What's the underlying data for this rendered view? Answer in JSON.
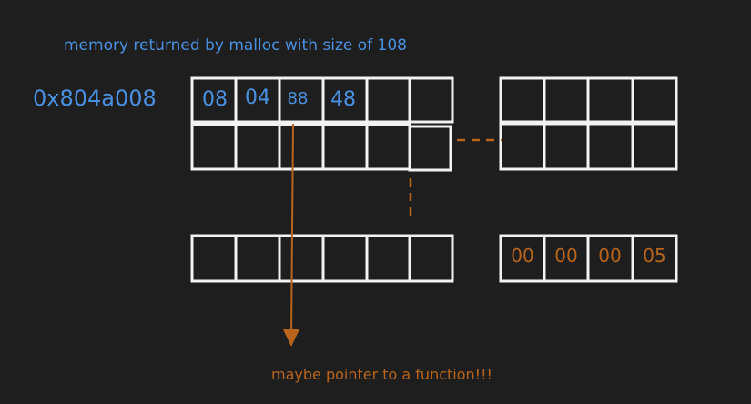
{
  "title": "memory returned by malloc with size of 108",
  "address": "0x804a008",
  "first_row_bytes": [
    "08",
    "04",
    "88",
    "48"
  ],
  "tail_bytes": [
    "00",
    "00",
    "00",
    "05"
  ],
  "annotation": "maybe pointer to a function!!!",
  "colors": {
    "background": "#1e1e1e",
    "cell_stroke": "#f2f2f2",
    "blue_text": "#4a90e2",
    "orange": "#b8651b"
  }
}
